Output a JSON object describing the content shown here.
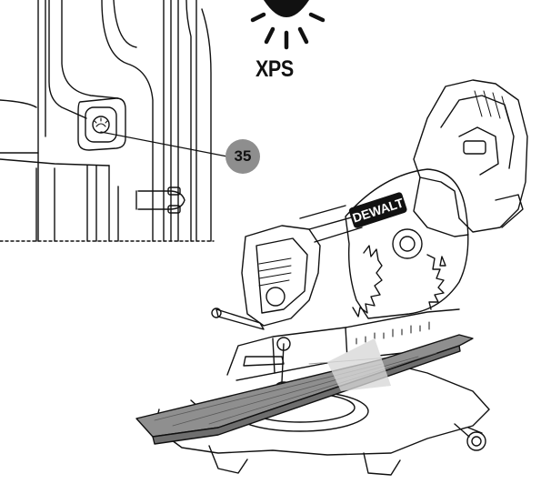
{
  "xps": {
    "label": "XPS",
    "icon": "light-sun-icon"
  },
  "callout": {
    "number": "35"
  },
  "saw": {
    "brand_label": "DEWALT"
  },
  "colors": {
    "ink": "#111111",
    "callout_fill": "#8e8e8e",
    "wood": "#8f8f8f",
    "beam": "#e8e8e8"
  }
}
